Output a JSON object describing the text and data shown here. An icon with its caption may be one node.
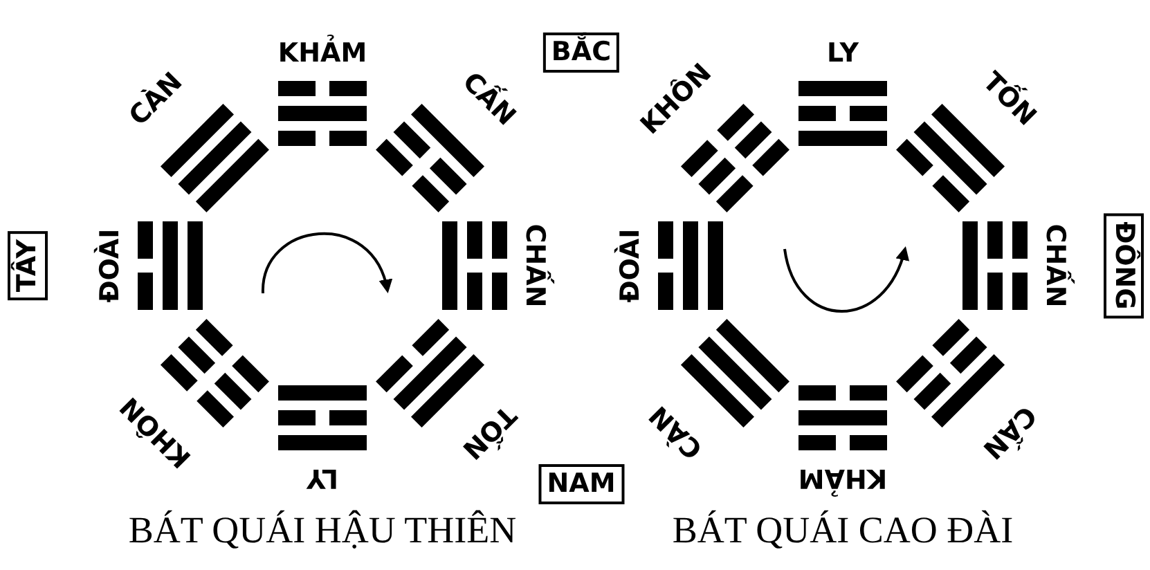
{
  "diagram": {
    "nodes": [
      {
        "text": [
          "BẮC"
        ]
      },
      {
        "text": [
          "TÂY"
        ]
      },
      {
        "text": [
          "ĐÔNG"
        ]
      },
      {
        "text": [
          "NAM"
        ]
      }
    ],
    "labels": [
      "KHẢM",
      "CẤN",
      "CHẤN",
      "TỐN",
      "LY",
      "KHÔN",
      "ĐOÀI",
      "CÀN",
      "LY",
      "TỐN",
      "CHẤN",
      "CẤN",
      "KHẢM",
      "CÀN",
      "ĐOÀI",
      "KHÔN",
      "BÁT QUÁI HẬU THIÊN",
      "BÁT QUÁI CAO ĐÀI"
    ]
  }
}
